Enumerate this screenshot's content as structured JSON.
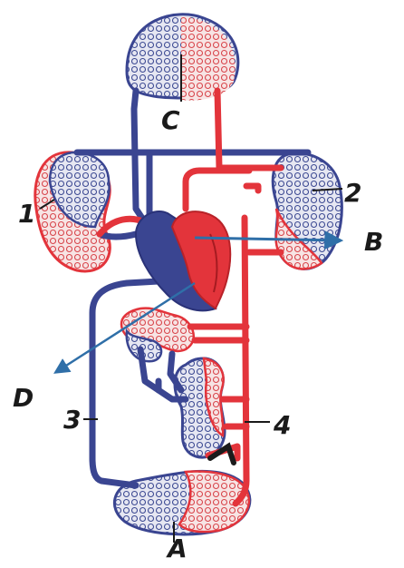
{
  "labels": {
    "A": "A",
    "B": "B",
    "C": "C",
    "D": "D",
    "n1": "1",
    "n2": "2",
    "n3": "3",
    "n4": "4"
  },
  "colors": {
    "artery_red": "#e3343b",
    "vein_blue": "#3a4591",
    "capillary_bg": "#f6ecec",
    "label_ink": "#1a1a1a",
    "arrow_blue": "#2f6fa8"
  }
}
